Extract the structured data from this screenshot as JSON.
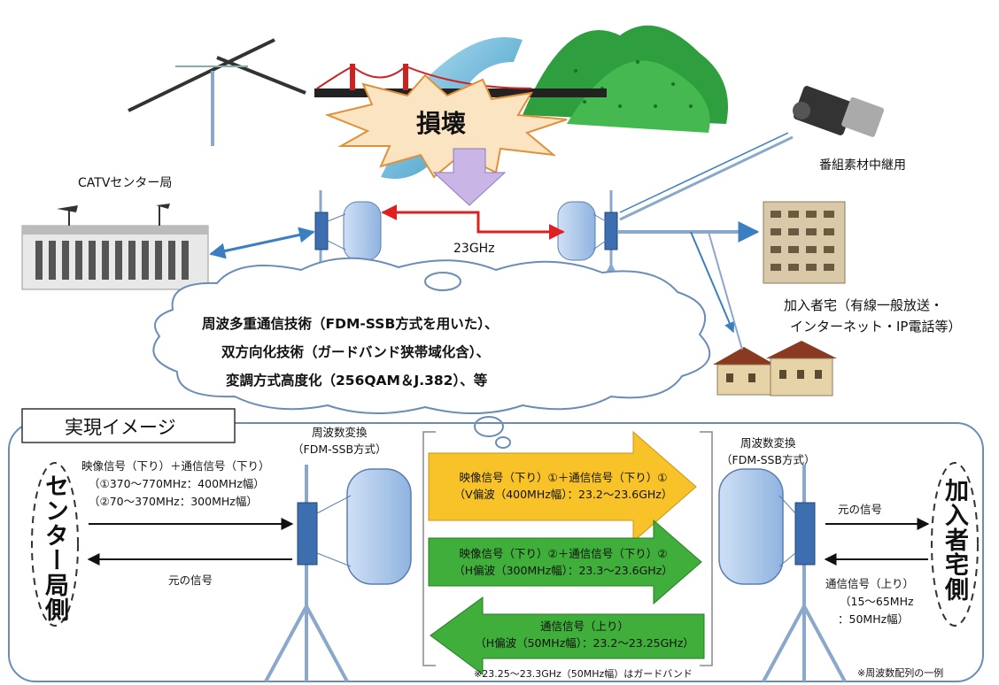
{
  "top": {
    "damage_label": "損壊",
    "center_station_label": "CATVセンター局",
    "program_relay_label": "番組素材中継用",
    "frequency_label": "23GHz",
    "subscriber_label_line1": "加入者宅（有線一般放送・",
    "subscriber_label_line2": "インターネット・IP電話等）"
  },
  "cloud": {
    "line1": "周波多重通信技術（FDM-SSB方式を用いた）、",
    "line2": "双方向化技術（ガードバンド狭帯域化含）、",
    "line3": "変調方式高度化（256QAM＆J.382）、等"
  },
  "bottom": {
    "title": "実現イメージ",
    "converter_left_line1": "周波数変換",
    "converter_left_line2": "（FDM-SSB方式）",
    "converter_right_line1": "周波数変換",
    "converter_right_line2": "（FDM-SSB方式）",
    "left_side_label": "センター局側",
    "right_side_label": "加入者宅側",
    "left_signal_line1": "映像信号（下り）＋通信信号（下り）",
    "left_signal_line2": "（①370～770MHz：400MHz幅）",
    "left_signal_line3": "（②70～370MHz：300MHz幅）",
    "left_original_signal": "元の信号",
    "right_original_signal": "元の信号",
    "right_upstream_line1": "通信信号（上り）",
    "right_upstream_line2": "（15～65MHz",
    "right_upstream_line3": "：50MHz幅）",
    "arrow_yellow_line1": "映像信号（下り）①＋通信信号（下り）①",
    "arrow_yellow_line2": "（V偏波（400MHz幅）：23.2～23.6GHz）",
    "arrow_green_line1": "映像信号（下り）②＋通信信号（下り）②",
    "arrow_green_line2": "（H偏波（300MHz幅）：23.3～23.6GHz）",
    "arrow_up_line1": "通信信号（上り）",
    "arrow_up_line2": "（H偏波（50MHz幅）：23.2～23.25GHz）",
    "guard_band_note": "※23.25～23.3GHz（50MHz幅）はガードバンド",
    "example_note": "※周波数配列の一例"
  },
  "colors": {
    "yellow_arrow": "#f8c229",
    "green_arrow": "#3fae3a",
    "red_link": "#e02020",
    "blue_link": "#3a7fc2",
    "device_blue": "#3d6fb0",
    "frame_blue": "#6a8cb8"
  }
}
